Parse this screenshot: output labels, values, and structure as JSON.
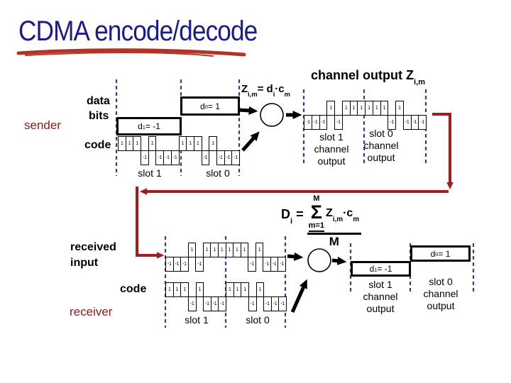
{
  "title": "CDMA encode/decode",
  "channel": {
    "heading_base": "channel output Z",
    "heading_sub": "i,m",
    "output_chips": [
      "-1",
      "-1",
      "-1",
      "1",
      "-1",
      "1",
      "1",
      "1",
      "1",
      "1",
      "1",
      "-1",
      "1",
      "-1",
      "-1",
      "-1"
    ],
    "slot1_label": [
      "slot 1",
      "channel",
      "output"
    ],
    "slot0_label": [
      "slot 0",
      "channel",
      "output"
    ]
  },
  "formula_z": {
    "z": "Z",
    "z_sub": "i,m",
    "eq": "= d",
    "d_sub": "i",
    "c": "·c",
    "c_sub": "m"
  },
  "formula_d": {
    "d": "D",
    "d_sub": "i",
    "eq": " =",
    "sum_upper": "M",
    "sum": "Σ",
    "sum_lower": "m=1",
    "z": "Z",
    "z_sub": "i,m",
    "c": "·c",
    "c_sub": "m",
    "denominator": "M"
  },
  "sender": {
    "label": "sender",
    "data_bits_line1": "data",
    "data_bits_line2": "bits",
    "code_label": "code",
    "d1_base": "d",
    "d1_sub": "1",
    "d1_value": " = -1",
    "d0_base": "d",
    "d0_sub": "0",
    "d0_value": " = 1",
    "slot1_label": "slot 1",
    "slot0_label": "slot 0",
    "code_chips": [
      "1",
      "1",
      "1",
      "-1",
      "1",
      "-1",
      "-1",
      "-1",
      "1",
      "1",
      "1",
      "-1",
      "1",
      "-1",
      "-1",
      "-1"
    ]
  },
  "receiver": {
    "label": "receiver",
    "received_line1": "received",
    "received_line2": "input",
    "code_label": "code",
    "received_chips": [
      "-1",
      "-1",
      "-1",
      "1",
      "-1",
      "1",
      "1",
      "1",
      "1",
      "1",
      "1",
      "-1",
      "1",
      "-1",
      "-1",
      "-1"
    ],
    "code_chips": [
      "1",
      "1",
      "1",
      "-1",
      "1",
      "-1",
      "-1",
      "-1",
      "1",
      "1",
      "1",
      "-1",
      "1",
      "-1",
      "-1",
      "-1"
    ],
    "slot1_label": "slot 1",
    "slot0_label": "slot 0",
    "d1_base": "d",
    "d1_sub": "1",
    "d1_value": " = -1",
    "d0_base": "d",
    "d0_sub": "0",
    "d0_value": " = 1",
    "out_slot1_label": [
      "slot 1",
      "channel",
      "output"
    ],
    "out_slot0_label": [
      "slot 0",
      "channel",
      "output"
    ]
  },
  "colors": {
    "title_navy": "#1b1b8a",
    "underline_red": "#b23326",
    "speaker_dark_red": "#8b1a1a",
    "feedback_red": "#a11d1d",
    "dashed_blue": "#3b3b8e"
  }
}
